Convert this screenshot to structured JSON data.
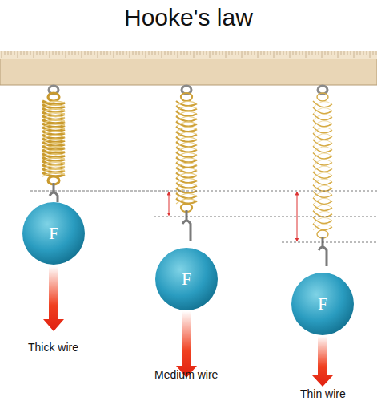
{
  "diagram": {
    "title": "Hooke's law",
    "nodes": [
      {
        "text": [
          "F"
        ]
      },
      {
        "text": [
          "F"
        ]
      },
      {
        "text": [
          "F"
        ]
      }
    ],
    "labels": [
      "Thick wire",
      "Medium wire",
      "Thin wire"
    ]
  }
}
